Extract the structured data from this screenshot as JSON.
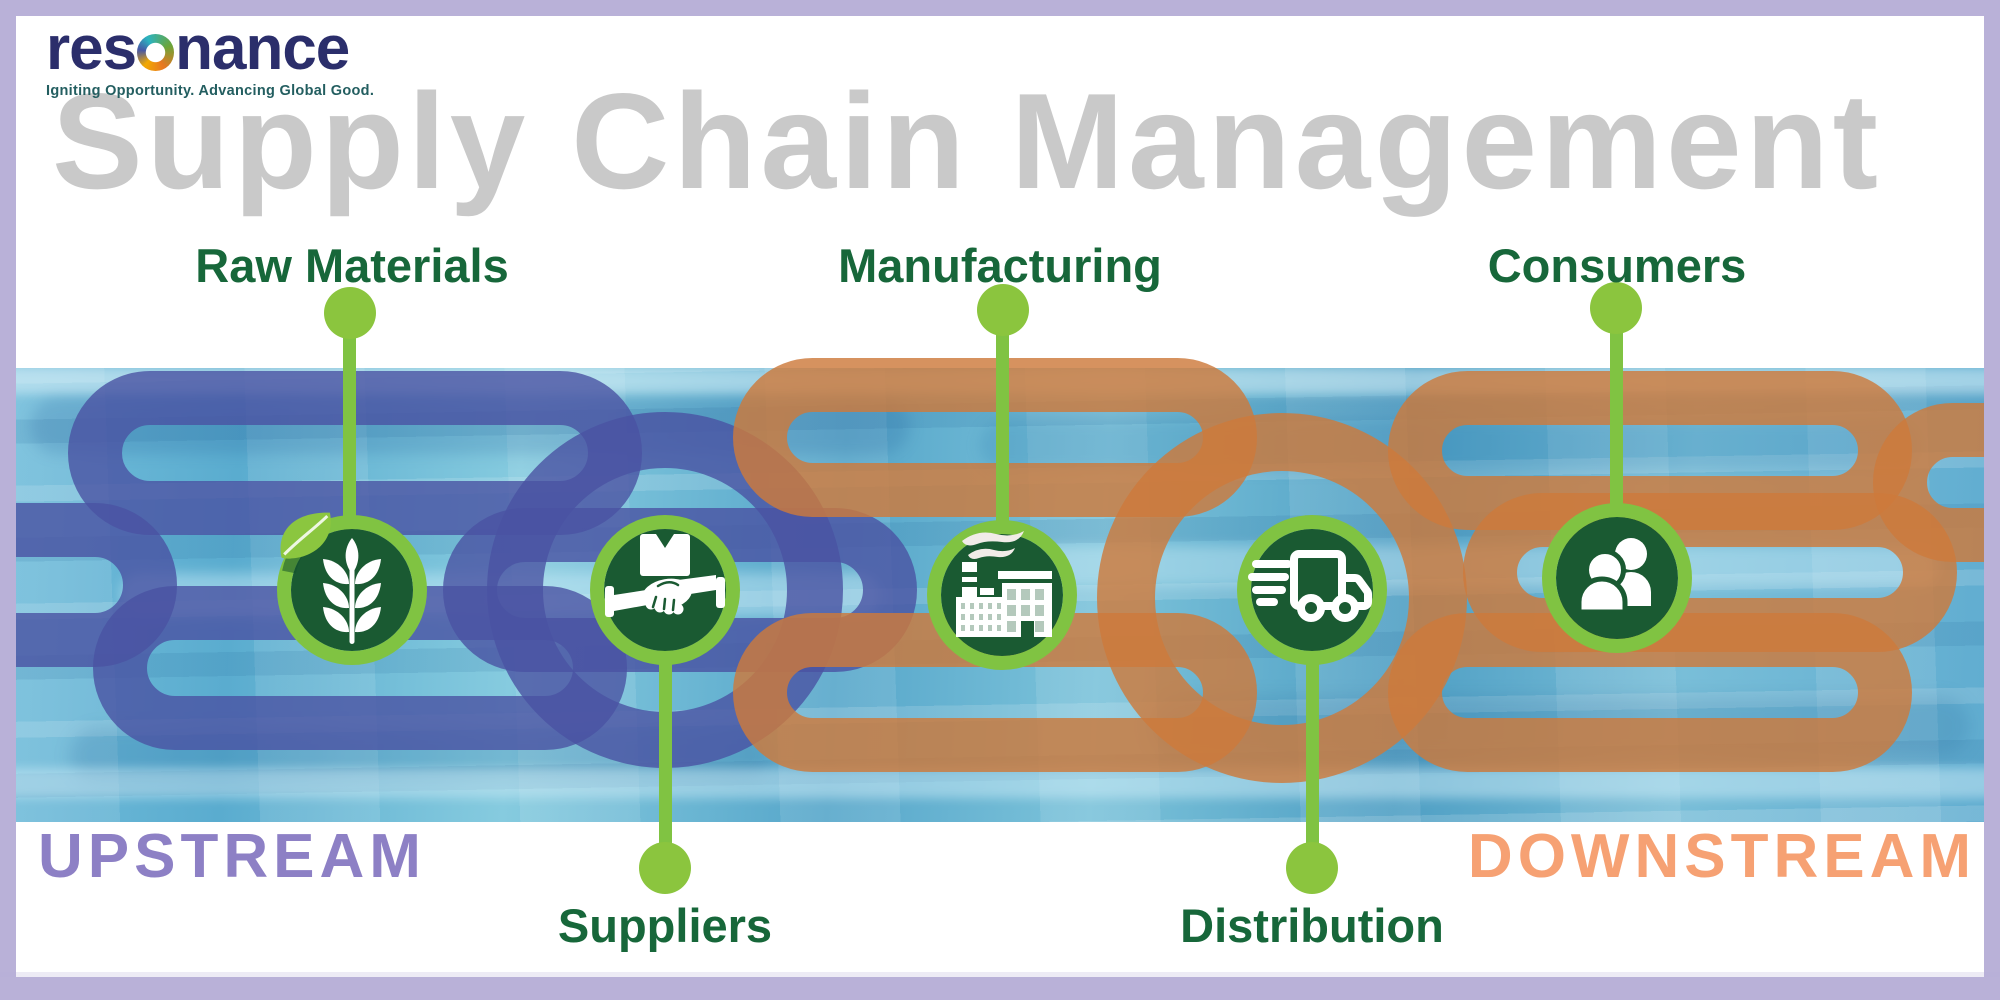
{
  "brand": {
    "name": "resonance",
    "name_prefix": "res",
    "name_suffix": "nance",
    "tagline": "Igniting Opportunity. Advancing Global Good."
  },
  "title": "Supply Chain Management",
  "stages": [
    {
      "id": "raw-materials",
      "label": "Raw Materials",
      "icon": "wheat-icon",
      "label_position": "top"
    },
    {
      "id": "suppliers",
      "label": "Suppliers",
      "icon": "handshake-box-icon",
      "label_position": "bottom"
    },
    {
      "id": "manufacturing",
      "label": "Manufacturing",
      "icon": "factory-icon",
      "label_position": "top"
    },
    {
      "id": "distribution",
      "label": "Distribution",
      "icon": "delivery-truck-icon",
      "label_position": "bottom"
    },
    {
      "id": "consumers",
      "label": "Consumers",
      "icon": "people-icon",
      "label_position": "top"
    }
  ],
  "flow": {
    "upstream_label": "UPSTREAM",
    "downstream_label": "DOWNSTREAM"
  },
  "colors": {
    "frame_lavender": "#b9b1d8",
    "title_gray": "#c9c9c9",
    "stage_label_green": "#17673a",
    "node_dark_green": "#1a5a32",
    "accent_light_green": "#80c342",
    "chain_upstream_blue": "#4a52a2",
    "chain_downstream_orange": "#cd7a3c",
    "upstream_text_purple": "#8d80c5",
    "downstream_text_orange": "#f6a173",
    "brand_navy": "#2b2e6b",
    "tagline_teal": "#235e60"
  }
}
